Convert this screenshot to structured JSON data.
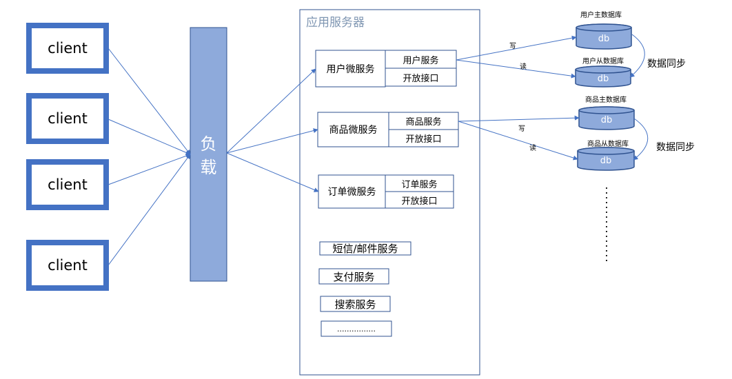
{
  "clients": [
    "client",
    "client",
    "client",
    "client"
  ],
  "load_balancer": {
    "label_line1": "负",
    "label_line2": "载"
  },
  "app_server": {
    "title": "应用服务器",
    "microservices": [
      {
        "name": "用户微服务",
        "service": "用户服务",
        "api": "开放接口"
      },
      {
        "name": "商品微服务",
        "service": "商品服务",
        "api": "开放接口"
      },
      {
        "name": "订单微服务",
        "service": "订单服务",
        "api": "开放接口"
      }
    ],
    "other_services": [
      "短信/邮件服务",
      "支付服务",
      "搜索服务",
      "................"
    ]
  },
  "databases": {
    "user_master": {
      "title": "用户主数据库",
      "label": "db"
    },
    "user_slave": {
      "title": "用户从数据库",
      "label": "db"
    },
    "product_master": {
      "title": "商品主数据库",
      "label": "db"
    },
    "product_slave": {
      "title": "商品从数据库",
      "label": "db"
    },
    "sync_label_1": "数据同步",
    "sync_label_2": "数据同步"
  },
  "edges": {
    "user_write": "写",
    "user_read": "读",
    "product_write": "写",
    "product_read": "读"
  },
  "colors": {
    "client_border": "#4472c4",
    "load_fill": "#8eaadb",
    "line": "#4472c4",
    "db_fill": "#8eaadb",
    "db_border": "#2f528f",
    "box_border": "#2f528f",
    "title_color": "#7f96b2"
  }
}
